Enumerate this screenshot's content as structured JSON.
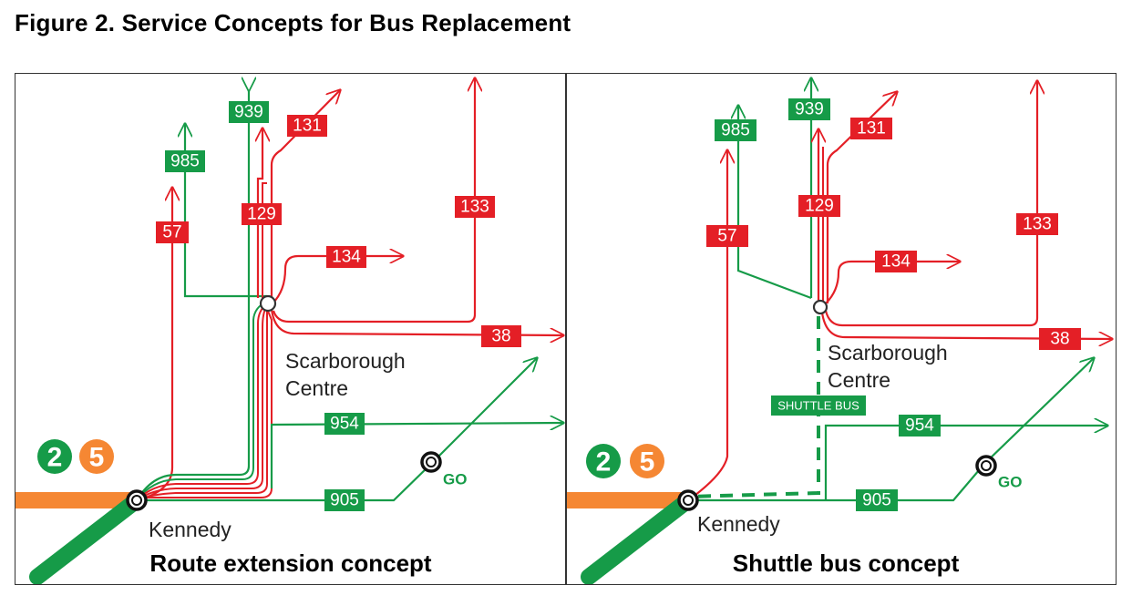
{
  "title": "Figure 2. Service Concepts for Bus Replacement",
  "colors": {
    "red": "#e41f26",
    "green": "#169b48",
    "orange": "#f58733"
  },
  "subway_lines": [
    "2",
    "5"
  ],
  "stations": {
    "kennedy": "Kennedy",
    "scarborough": "Scarborough",
    "centre": "Centre"
  },
  "go_label": "GO",
  "left": {
    "caption": "Route extension concept",
    "routes": {
      "r985": "985",
      "r939": "939",
      "r131": "131",
      "r57": "57",
      "r129": "129",
      "r133": "133",
      "r134": "134",
      "r38": "38",
      "r954": "954",
      "r905": "905"
    }
  },
  "right": {
    "caption": "Shuttle bus concept",
    "shuttle_label": "SHUTTLE BUS",
    "routes": {
      "r985": "985",
      "r939": "939",
      "r131": "131",
      "r57": "57",
      "r129": "129",
      "r133": "133",
      "r134": "134",
      "r38": "38",
      "r954": "954",
      "r905": "905"
    }
  }
}
